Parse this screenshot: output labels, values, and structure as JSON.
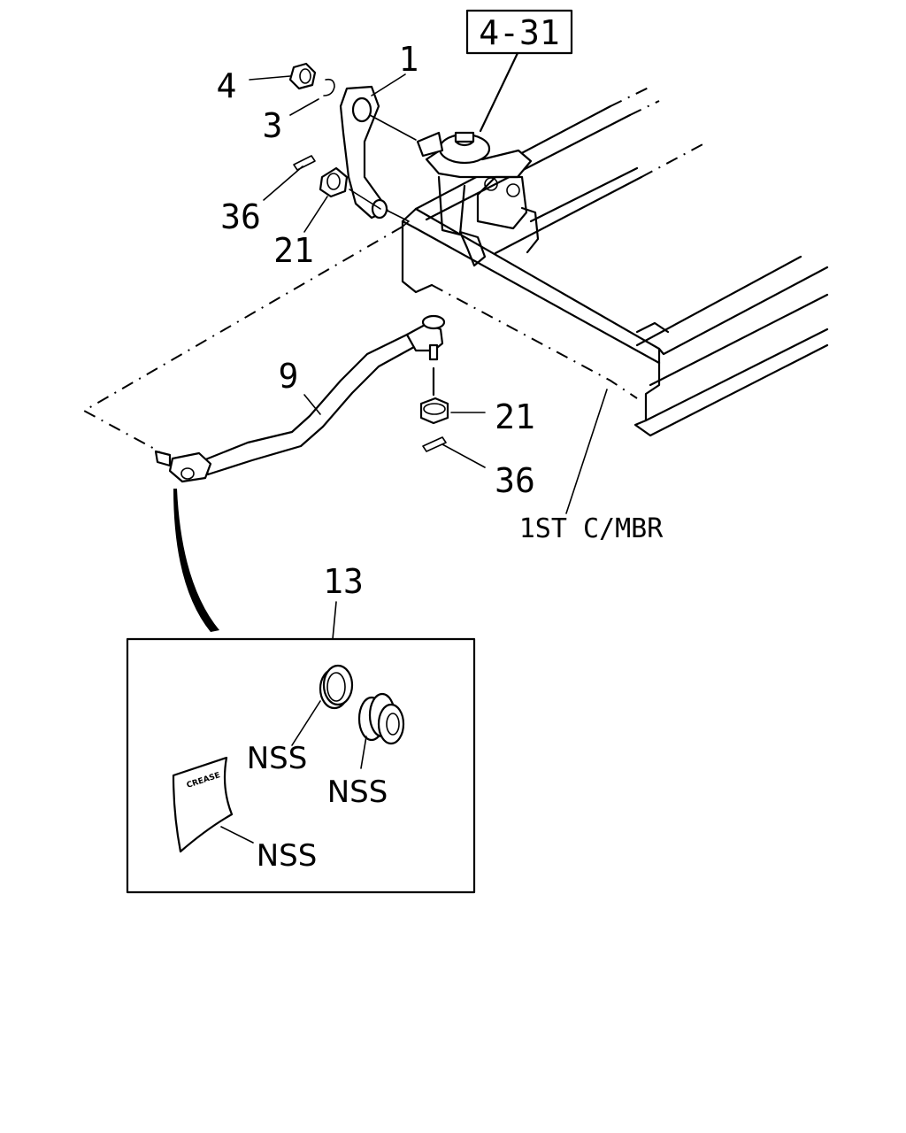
{
  "reference_box": "4-31",
  "callouts": {
    "c1": "1",
    "c3": "3",
    "c4": "4",
    "c36_upper": "36",
    "c21_upper": "21",
    "c9": "9",
    "c21_lower": "21",
    "c36_lower": "36",
    "c13": "13"
  },
  "member_label": "1ST C/MBR",
  "kit": {
    "nss_ring": "NSS",
    "nss_boot": "NSS",
    "nss_grease": "NSS",
    "grease_packet_text": "CREASE"
  }
}
